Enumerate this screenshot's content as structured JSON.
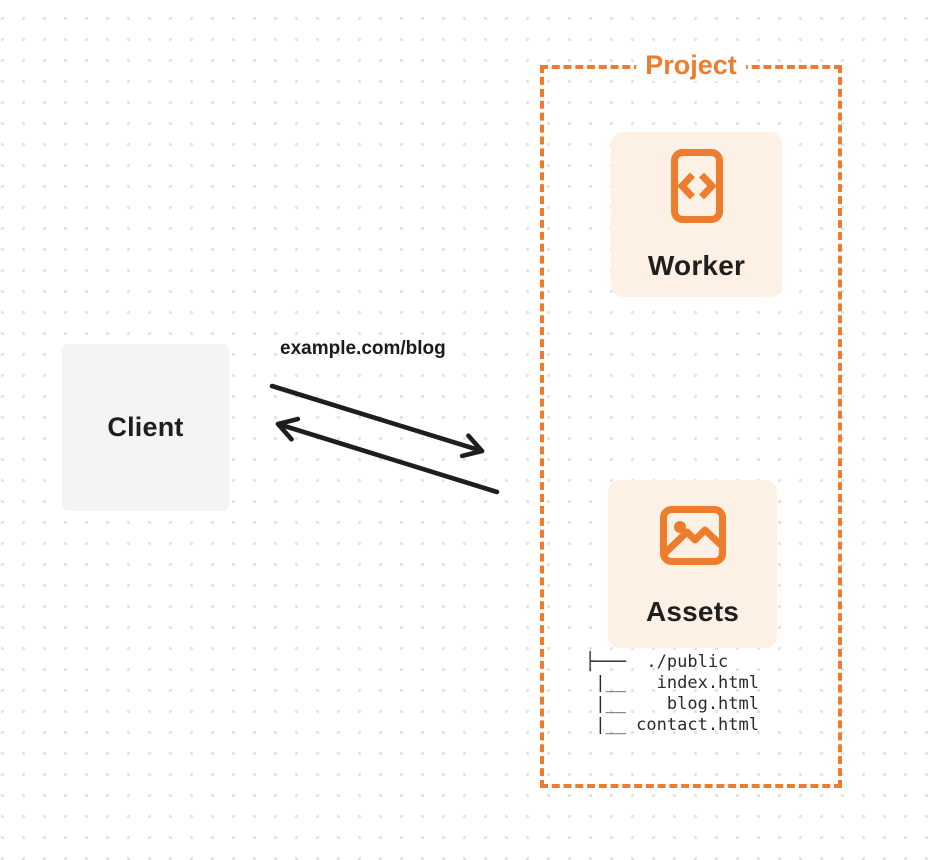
{
  "palette": {
    "orange": "#ed7d2d",
    "card_background": "#fcf1e4",
    "client_background": "#f4f4f6",
    "text_dark": "#1f1f1f",
    "arrow_color": "#1e1e1e",
    "dot_grid": "#e2e2e2"
  },
  "client": {
    "label": "Client"
  },
  "request": {
    "url_label": "example.com/blog"
  },
  "arrows": {
    "request_direction": "client-to-project",
    "response_direction": "project-to-client"
  },
  "project": {
    "label": "Project",
    "worker": {
      "label": "Worker",
      "icon": "code-file-icon"
    },
    "assets": {
      "label": "Assets",
      "icon": "image-icon",
      "tree": {
        "lines": [
          "├───  ./public",
          " |__   index.html",
          " |__    blog.html",
          " |__ contact.html"
        ]
      }
    }
  }
}
